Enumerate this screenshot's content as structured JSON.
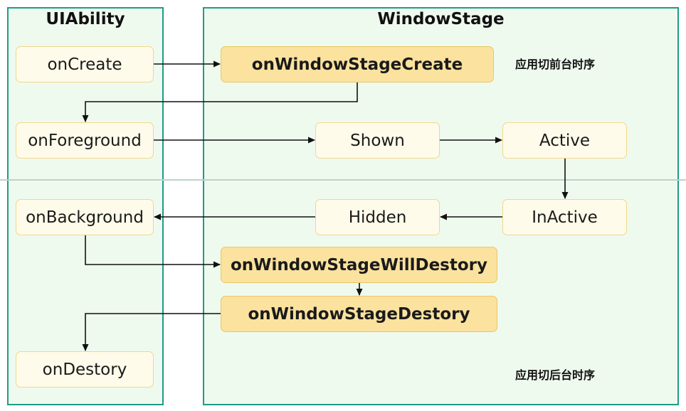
{
  "panels": {
    "uiability_title": "UIAbility",
    "windowstage_title": "WindowStage"
  },
  "nodes": {
    "on_create": "onCreate",
    "on_foreground": "onForeground",
    "on_background": "onBackground",
    "on_destory": "onDestory",
    "on_window_stage_create": "onWindowStageCreate",
    "shown": "Shown",
    "active": "Active",
    "hidden": "Hidden",
    "inactive": "InActive",
    "on_window_stage_will_destory": "onWindowStageWillDestory",
    "on_window_stage_destory": "onWindowStageDestory"
  },
  "notes": {
    "foreground_sequence": "应用切前台时序",
    "background_sequence": "应用切后台时序"
  },
  "colors": {
    "panel_border": "#1f9b88",
    "panel_fill": "#effaef",
    "node_fill": "#fffbea",
    "highlight_fill": "#fbe29e"
  }
}
